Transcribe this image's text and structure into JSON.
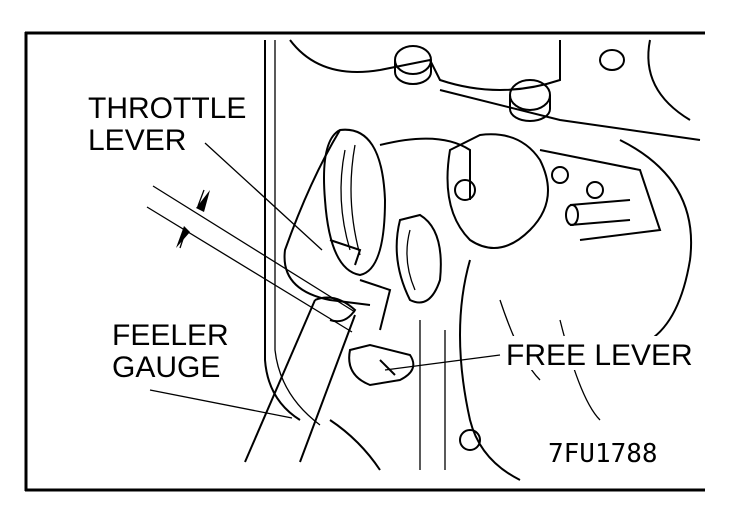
{
  "labels": {
    "throttle_lever": [
      "THROTTLE",
      "LEVER"
    ],
    "feeler_gauge": [
      "FEELER",
      "GAUGE"
    ],
    "free_lever": "FREE LEVER",
    "figure_code": "7FU1788"
  }
}
